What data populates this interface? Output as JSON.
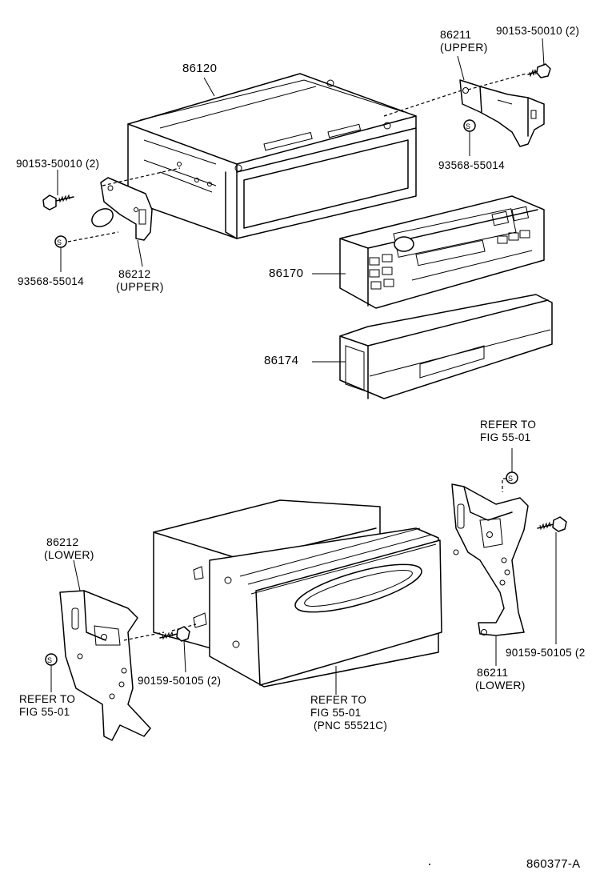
{
  "labels": {
    "l86120": "86120",
    "l86211_upper_num": "86211",
    "l86211_upper_pos": "(UPPER)",
    "l90153_right": "90153-50010 (2)",
    "l93568_right": "93568-55014",
    "l90153_left": "90153-50010 (2)",
    "l86212_upper_num": "86212",
    "l86212_upper_pos": "(UPPER)",
    "l93568_left": "93568-55014",
    "l86170": "86170",
    "l86174": "86174",
    "refer_top_right_1": "REFER TO",
    "refer_top_right_2": "FIG 55-01",
    "l86212_lower_num": "86212",
    "l86212_lower_pos": "(LOWER)",
    "refer_left_1": "REFER TO",
    "refer_left_2": "FIG 55-01",
    "l90159_center": "90159-50105 (2)",
    "refer_center_1": "REFER TO",
    "refer_center_2": "FIG 55-01",
    "refer_center_3": "(PNC 55521C)",
    "l90159_right": "90159-50105 (2",
    "l86211_lower_num": "86211",
    "l86211_lower_pos": "(LOWER)",
    "diagram_code": "860377-A",
    "s_mark": "S"
  }
}
